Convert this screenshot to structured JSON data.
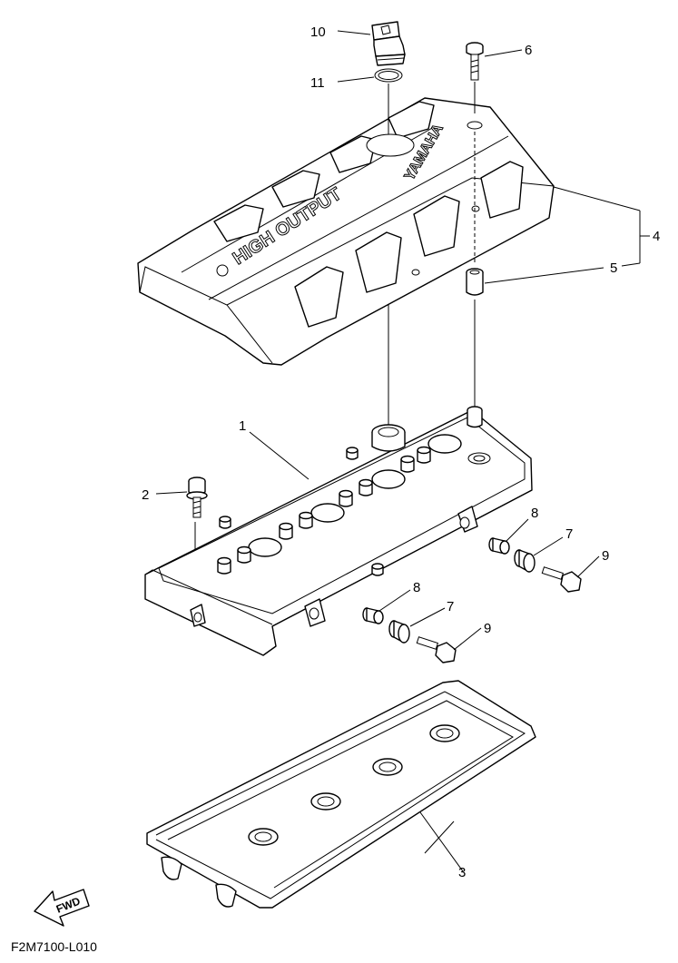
{
  "diagram": {
    "code": "F2M7100-L010",
    "fwd_label": "FWD",
    "cover_text_brand": "YAMAHA",
    "cover_text_label": "HIGH OUTPUT",
    "callouts": {
      "c1": "1",
      "c2": "2",
      "c3": "3",
      "c4": "4",
      "c5": "5",
      "c6": "6",
      "c7a": "7",
      "c7b": "7",
      "c8a": "8",
      "c8b": "8",
      "c9a": "9",
      "c9b": "9",
      "c10": "10",
      "c11": "11"
    }
  }
}
